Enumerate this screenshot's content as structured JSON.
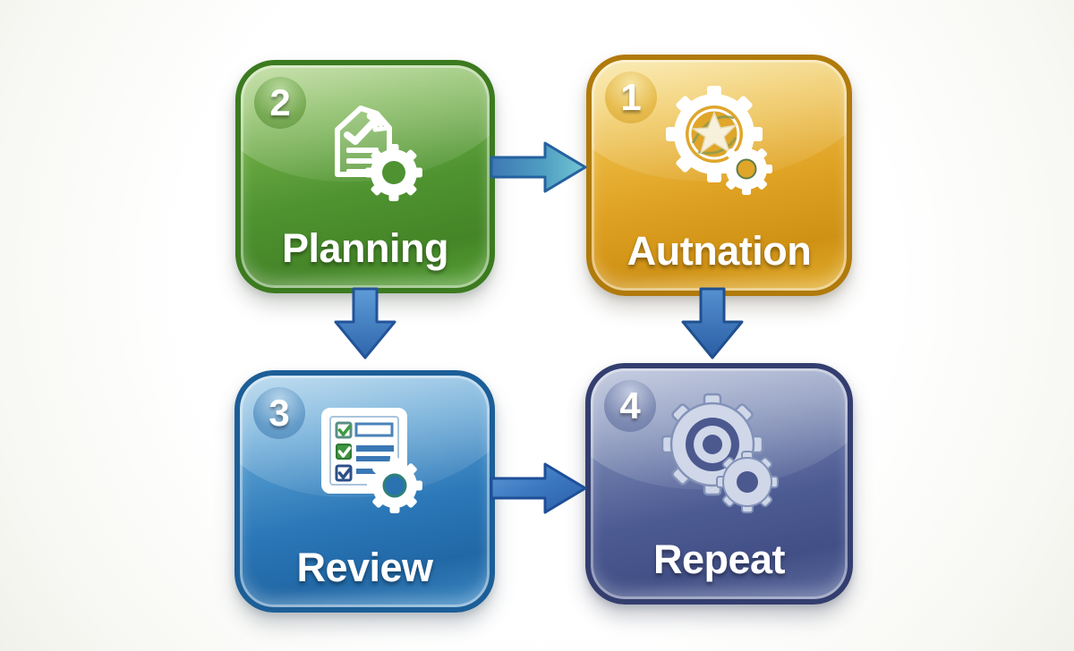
{
  "title": "Four-step process flow diagram",
  "canvas": {
    "background": "#fcfcfa"
  },
  "nodes": {
    "planning": {
      "number": "2",
      "label": "Planning",
      "icon": "document-pen-gear-icon",
      "color": "green",
      "tile_border": "#3c7a20",
      "tile_top": "#9ecb6d",
      "tile_bottom": "#4f9331",
      "badge_bg": "#79ab55"
    },
    "automation": {
      "number": "1",
      "label": "Autnation",
      "icon": "gear-shutter-star-icon",
      "color": "gold",
      "tile_border": "#b07a0c",
      "tile_top": "#f6dd7e",
      "tile_bottom": "#dfa122",
      "badge_bg": "#e7bc4f"
    },
    "review": {
      "number": "3",
      "label": "Review",
      "icon": "checklist-gear-icon",
      "color": "blue",
      "tile_border": "#1c5e97",
      "tile_top": "#8ec2e4",
      "tile_bottom": "#2b77b7",
      "badge_bg": "#659dca"
    },
    "repeat": {
      "number": "4",
      "label": "Repeat",
      "icon": "double-gear-icon",
      "color": "slate-blue",
      "tile_border": "#333e6f",
      "tile_top": "#9aa7cb",
      "tile_bottom": "#4d5b93",
      "badge_bg": "#7e8bb3"
    }
  },
  "arrows": [
    {
      "name": "arrow-planning-to-automation",
      "from": "Planning",
      "to": "Autnation",
      "direction": "right",
      "color_start": "#3e78b4",
      "color_end": "#74c6d4"
    },
    {
      "name": "arrow-planning-to-review",
      "from": "Planning",
      "to": "Review",
      "direction": "down",
      "color_start": "#5e9cd8",
      "color_end": "#2e66ab"
    },
    {
      "name": "arrow-automation-to-repeat",
      "from": "Autnation",
      "to": "Repeat",
      "direction": "down",
      "color_start": "#5590d0",
      "color_end": "#2a5ea4"
    },
    {
      "name": "arrow-review-to-repeat",
      "from": "Review",
      "to": "Repeat",
      "direction": "right",
      "color_start": "#5f9ad6",
      "color_end": "#2b60a8"
    }
  ]
}
